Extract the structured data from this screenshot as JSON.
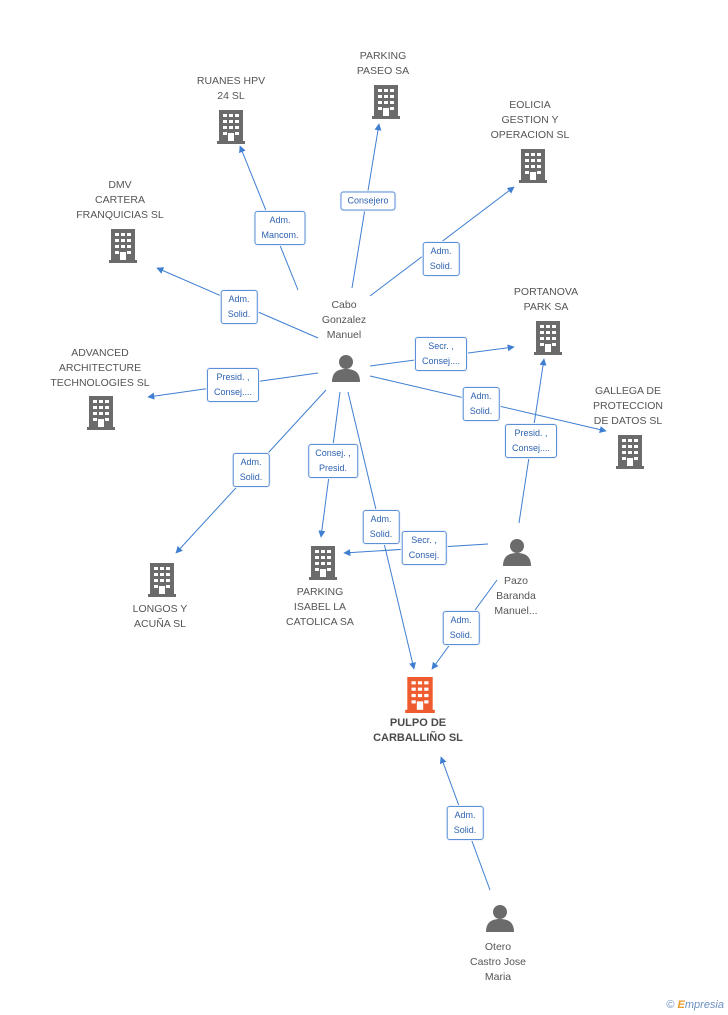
{
  "colors": {
    "edge": "#3f7fd1",
    "company_icon": "#6b6b6b",
    "focus_icon": "#ee5b2f",
    "person_icon": "#6b6b6b"
  },
  "nodes": {
    "ruanes": {
      "label": "RUANES HPV\n24 SL",
      "type": "company"
    },
    "parking_paseo": {
      "label": "PARKING\nPASEO SA",
      "type": "company"
    },
    "eolicia": {
      "label": "EOLICIA\nGESTION Y\nOPERACION SL",
      "type": "company"
    },
    "dmv": {
      "label": "DMV\nCARTERA\nFRANQUICIAS SL",
      "type": "company"
    },
    "cabo": {
      "label": "Cabo\nGonzalez\nManuel",
      "type": "person"
    },
    "portanova": {
      "label": "PORTANOVA\nPARK SA",
      "type": "company"
    },
    "advanced": {
      "label": "ADVANCED\nARCHITECTURE\nTECHNOLOGIES SL",
      "type": "company"
    },
    "gallega": {
      "label": "GALLEGA DE\nPROTECCION\nDE DATOS  SL",
      "type": "company"
    },
    "longos": {
      "label": "LONGOS Y\nACUÑA SL",
      "type": "company"
    },
    "parking_isabel": {
      "label": "PARKING\nISABEL LA\nCATOLICA SA",
      "type": "company"
    },
    "pazo": {
      "label": "Pazo\nBaranda\nManuel...",
      "type": "person"
    },
    "pulpo": {
      "label": "PULPO DE\nCARBALLIÑO SL",
      "type": "focus"
    },
    "otero": {
      "label": "Otero\nCastro Jose\nMaria",
      "type": "person"
    }
  },
  "edges": [
    {
      "from": "cabo",
      "to": "ruanes",
      "label": "Adm.\nMancom."
    },
    {
      "from": "cabo",
      "to": "parking_paseo",
      "label": "Consejero"
    },
    {
      "from": "cabo",
      "to": "eolicia",
      "label": "Adm.\nSolid."
    },
    {
      "from": "cabo",
      "to": "dmv",
      "label": "Adm.\nSolid."
    },
    {
      "from": "cabo",
      "to": "portanova",
      "label": "Secr. ,\nConsej...."
    },
    {
      "from": "cabo",
      "to": "advanced",
      "label": "Presid. ,\nConsej...."
    },
    {
      "from": "cabo",
      "to": "gallega",
      "label": "Adm.\nSolid."
    },
    {
      "from": "cabo",
      "to": "longos",
      "label": "Adm.\nSolid."
    },
    {
      "from": "cabo",
      "to": "parking_isabel",
      "label": "Consej. ,\nPresid."
    },
    {
      "from": "cabo",
      "to": "pulpo",
      "label": "Adm.\nSolid."
    },
    {
      "from": "pazo",
      "to": "parking_isabel",
      "label": "Secr. ,\nConsej."
    },
    {
      "from": "pazo",
      "to": "portanova",
      "label": "Presid. ,\nConsej...."
    },
    {
      "from": "pazo",
      "to": "pulpo",
      "label": "Adm.\nSolid."
    },
    {
      "from": "otero",
      "to": "pulpo",
      "label": "Adm.\nSolid."
    }
  ],
  "brand": {
    "copyright": "©",
    "name_first": "E",
    "name_rest": "mpresia"
  }
}
